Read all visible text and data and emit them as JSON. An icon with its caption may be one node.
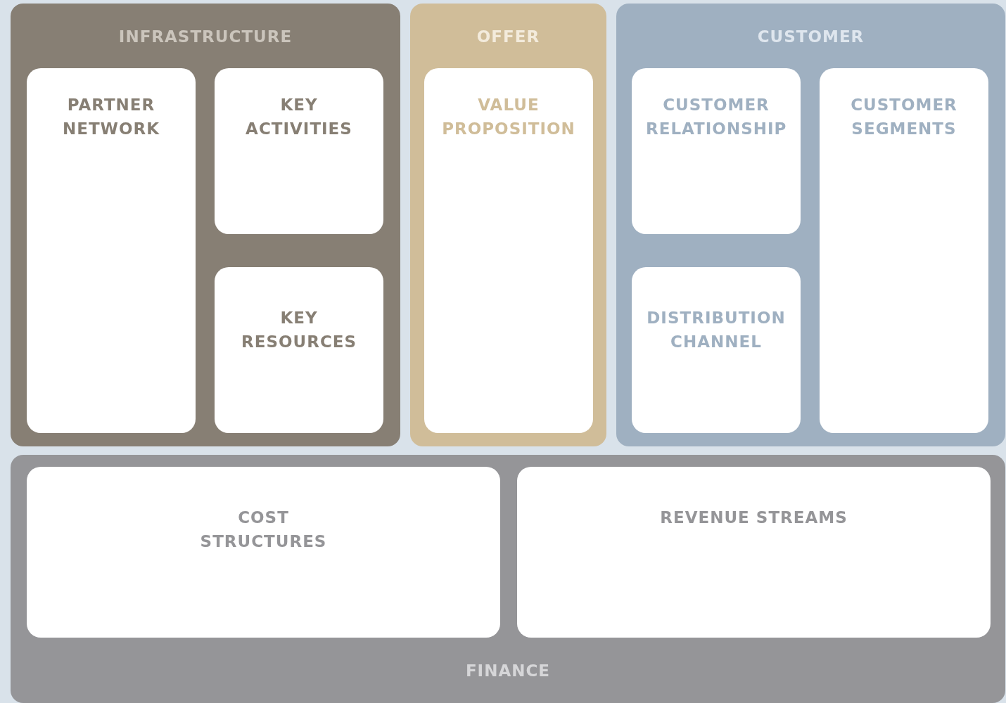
{
  "diagram": {
    "nodes": [
      {
        "text": [
          "INFRASTRUCTURE"
        ]
      },
      {
        "text": [
          "PARTNER NETWORK"
        ],
        "in": 0
      },
      {
        "text": [
          "KEY ACTIVITIES"
        ],
        "in": 0
      },
      {
        "text": [
          "KEY RESOURCES"
        ],
        "in": 0
      },
      {
        "text": [
          "OFFER"
        ]
      },
      {
        "text": [
          "VALUE PROPOSITION"
        ],
        "in": 4
      },
      {
        "text": [
          "CUSTOMER"
        ]
      },
      {
        "text": [
          "CUSTOMER RELATIONSHIP"
        ],
        "in": 6
      },
      {
        "text": [
          "CUSTOMER SEGMENTS"
        ],
        "in": 6
      },
      {
        "text": [
          "DISTRIBUTION CHANNEL"
        ],
        "in": 6
      },
      {
        "text": [
          "FINANCE"
        ]
      },
      {
        "text": [
          "COST STRUCTURES"
        ],
        "in": 10
      },
      {
        "text": [
          "REVENUE STREAMS"
        ],
        "in": 10
      }
    ]
  }
}
